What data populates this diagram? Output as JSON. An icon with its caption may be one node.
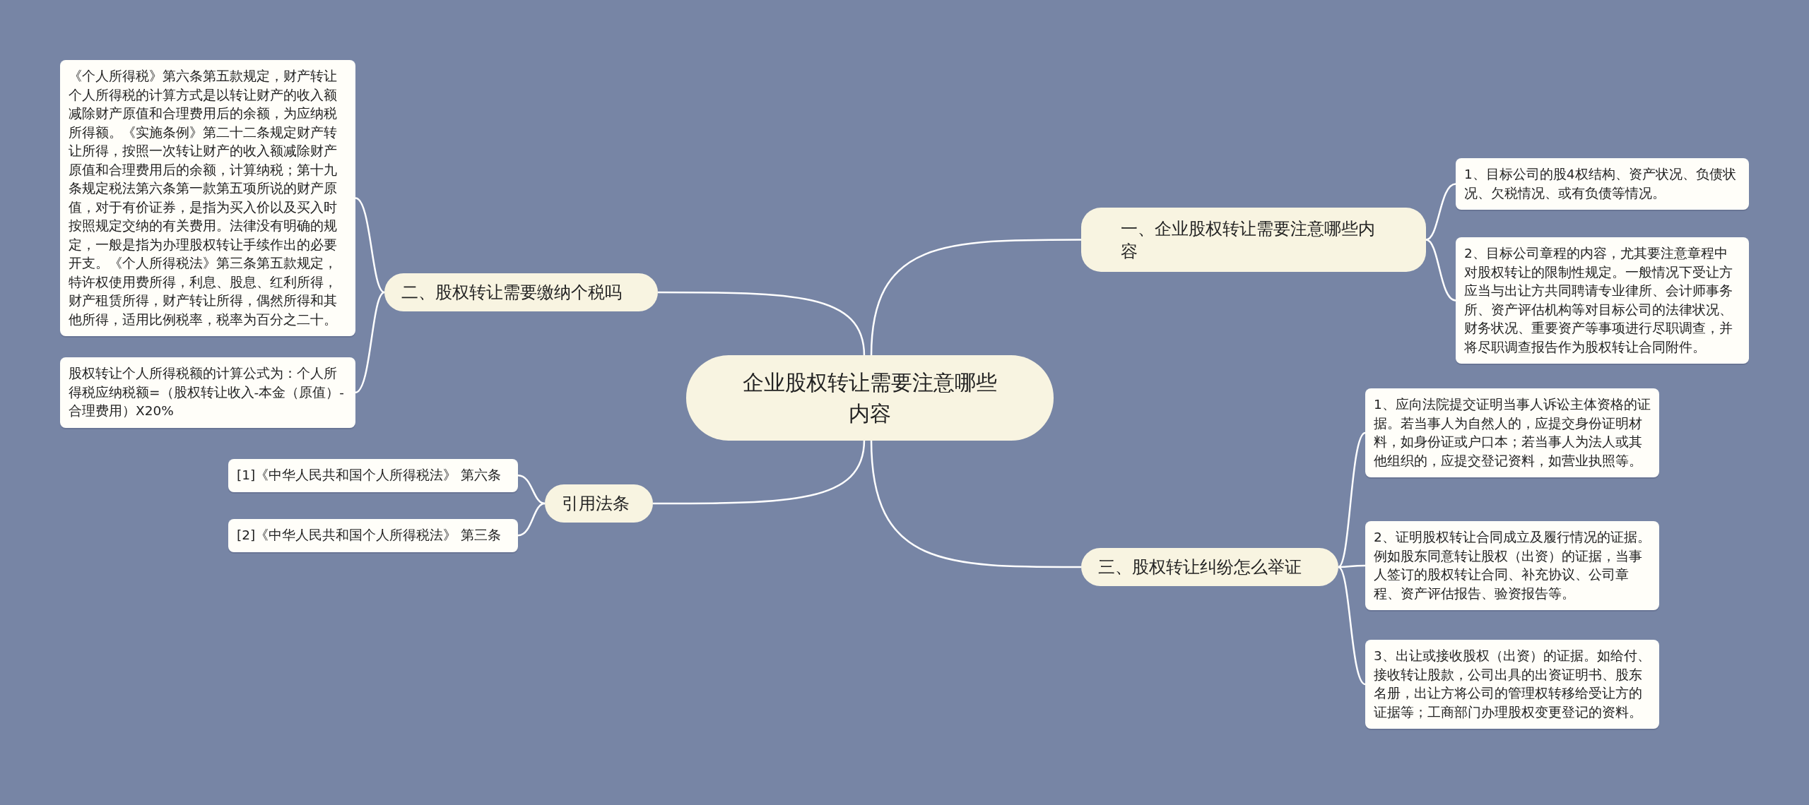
{
  "diagram": {
    "nodes": [
      {
        "text": [
          "企业股权转让需要注意哪些内容"
        ]
      },
      {
        "text": [
          "一、企业股权转让需要注意哪些内容"
        ]
      },
      {
        "text": [
          "1、目标公司的股4权结构、资产状况、负债状况、欠税情况、或有负债等情况。"
        ]
      },
      {
        "text": [
          "2、目标公司章程的内容，尤其要注意章程中对股权转让的限制性规定。一般情况下受让方应当与出让方共同聘请专业律所、会计师事务所、资产评估机构等对目标公司的法律状况、财务状况、重要资产等事项进行尽职调查，并将尽职调查报告作为股权转让合同附件。"
        ]
      },
      {
        "text": [
          "二、股权转让需要缴纳个税吗"
        ]
      },
      {
        "text": [
          "《个人所得税》第六条第五款规定，财产转让个人所得税的计算方式是以转让财产的收入额减除财产原值和合理费用后的余额，为应纳税所得额。《实施条例》第二十二条规定财产转让所得，按照一次转让财产的收入额减除财产原值和合理费用后的余额，计算纳税；第十九条规定税法第六条第一款第五项所说的财产原值，对于有价证券，是指为买入价以及买入时按照规定交纳的有关费用。法律没有明确的规定，一般是指为办理股权转让手续作出的必要开支。《个人所得税法》第三条第五款规定，特许权使用费所得，利息、股息、红利所得，财产租赁所得，财产转让所得，偶然所得和其他所得，适用比例税率，税率为百分之二十。"
        ]
      },
      {
        "text": [
          "股权转让个人所得税额的计算公式为：个人所得税应纳税额=（股权转让收入-本金（原值）-合理费用）X20%"
        ]
      },
      {
        "text": [
          "引用法条"
        ]
      },
      {
        "text": [
          "[1]《中华人民共和国个人所得税法》 第六条"
        ]
      },
      {
        "text": [
          "[2]《中华人民共和国个人所得税法》 第三条"
        ]
      },
      {
        "text": [
          "三、股权转让纠纷怎么举证"
        ]
      },
      {
        "text": [
          "1、应向法院提交证明当事人诉讼主体资格的证据。若当事人为自然人的，应提交身份证明材料，如身份证或户口本；若当事人为法人或其他组织的，应提交登记资料，如营业执照等。"
        ]
      },
      {
        "text": [
          "2、证明股权转让合同成立及履行情况的证据。例如股东同意转让股权（出资）的证据，当事人签订的股权转让合同、补充协议、公司章程、资产评估报告、验资报告等。"
        ]
      },
      {
        "text": [
          "3、出让或接收股权（出资）的证据。如给付、接收转让股款，公司出具的出资证明书、股东名册，出让方将公司的管理权转移给受让方的证据等；工商部门办理股权变更登记的资料。"
        ]
      }
    ],
    "edges": [
      {
        "from": 0,
        "to": 1,
        "arrow": "none"
      },
      {
        "from": 1,
        "to": 2,
        "arrow": "none"
      },
      {
        "from": 1,
        "to": 3,
        "arrow": "none"
      },
      {
        "from": 0,
        "to": 4,
        "arrow": "none"
      },
      {
        "from": 4,
        "to": 5,
        "arrow": "none"
      },
      {
        "from": 4,
        "to": 6,
        "arrow": "none"
      },
      {
        "from": 0,
        "to": 7,
        "arrow": "none"
      },
      {
        "from": 7,
        "to": 8,
        "arrow": "none"
      },
      {
        "from": 7,
        "to": 9,
        "arrow": "none"
      },
      {
        "from": 0,
        "to": 10,
        "arrow": "none"
      },
      {
        "from": 10,
        "to": 11,
        "arrow": "none"
      },
      {
        "from": 10,
        "to": 12,
        "arrow": "none"
      },
      {
        "from": 10,
        "to": 13,
        "arrow": "none"
      }
    ]
  }
}
